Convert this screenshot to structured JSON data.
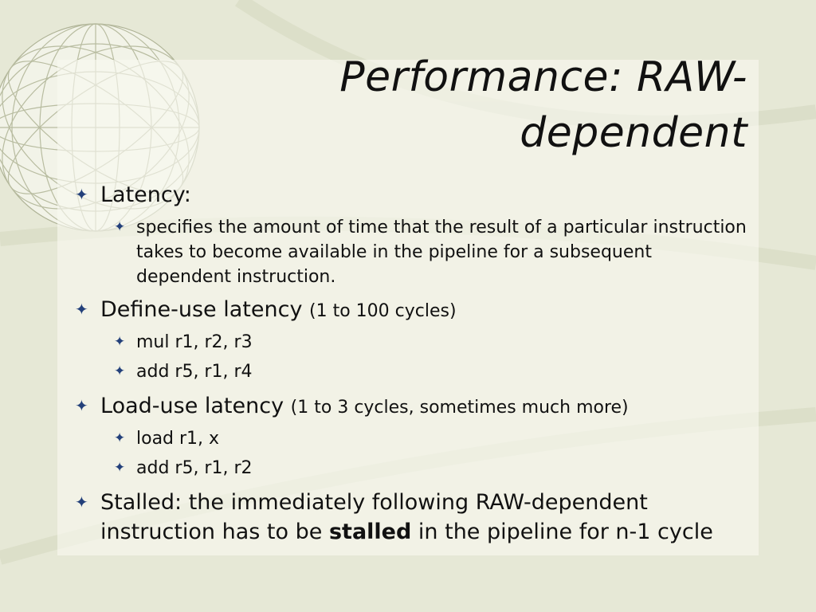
{
  "title": {
    "line1": "Performance: RAW-",
    "line2": "dependent"
  },
  "bullets": [
    {
      "label": "Latency:",
      "note": "",
      "subitems": [
        "specifies the amount of time that the result of a particular instruction takes to become available in the pipeline for a subsequent dependent instruction."
      ]
    },
    {
      "label": "Define-use latency",
      "note": "(1 to 100 cycles)",
      "subitems": [
        "mul r1, r2, r3",
        "add r5, r1, r4"
      ]
    },
    {
      "label": "Load-use latency",
      "note": "(1 to 3 cycles, sometimes much more)",
      "subitems": [
        "load r1, x",
        "add r5, r1, r2"
      ]
    },
    {
      "text_before": "Stalled: the immediately following RAW-dependent instruction has to be ",
      "text_bold": "stalled",
      "text_after": " in the pipeline for n-1 cycle"
    }
  ],
  "bullet_glyph": "✦",
  "colors": {
    "bullet": "#23407a",
    "background": "#e6e8d6",
    "text": "#111111"
  },
  "icons": {
    "bullet": "four-point-star-icon",
    "decoration": "wireframe-globe"
  }
}
